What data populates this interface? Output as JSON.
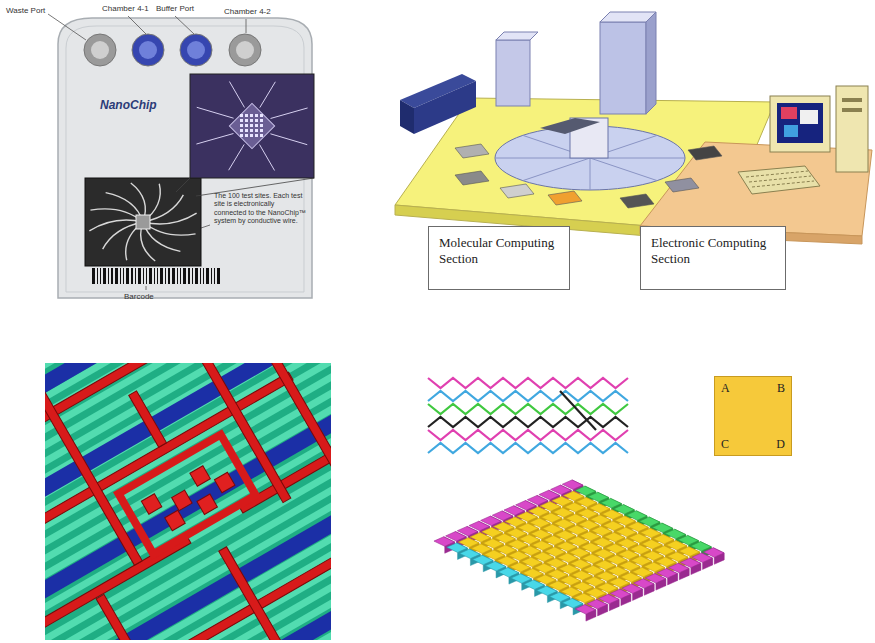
{
  "diagram": {
    "nodes": [
      {
        "text": [
          "Molecular Computing Section"
        ]
      },
      {
        "text": [
          "Electronic Computing Section"
        ]
      },
      {
        "text": [
          "A",
          "B",
          "C",
          "D"
        ]
      }
    ],
    "labels": [
      "Waste Port",
      "Chamber 4-1",
      "Buffer Port",
      "Chamber 4-2",
      "NanoChip",
      "The 100 test sites. Each test site is electronically connected to the NanoChip™ system by conductive wire.",
      "Barcode"
    ]
  }
}
